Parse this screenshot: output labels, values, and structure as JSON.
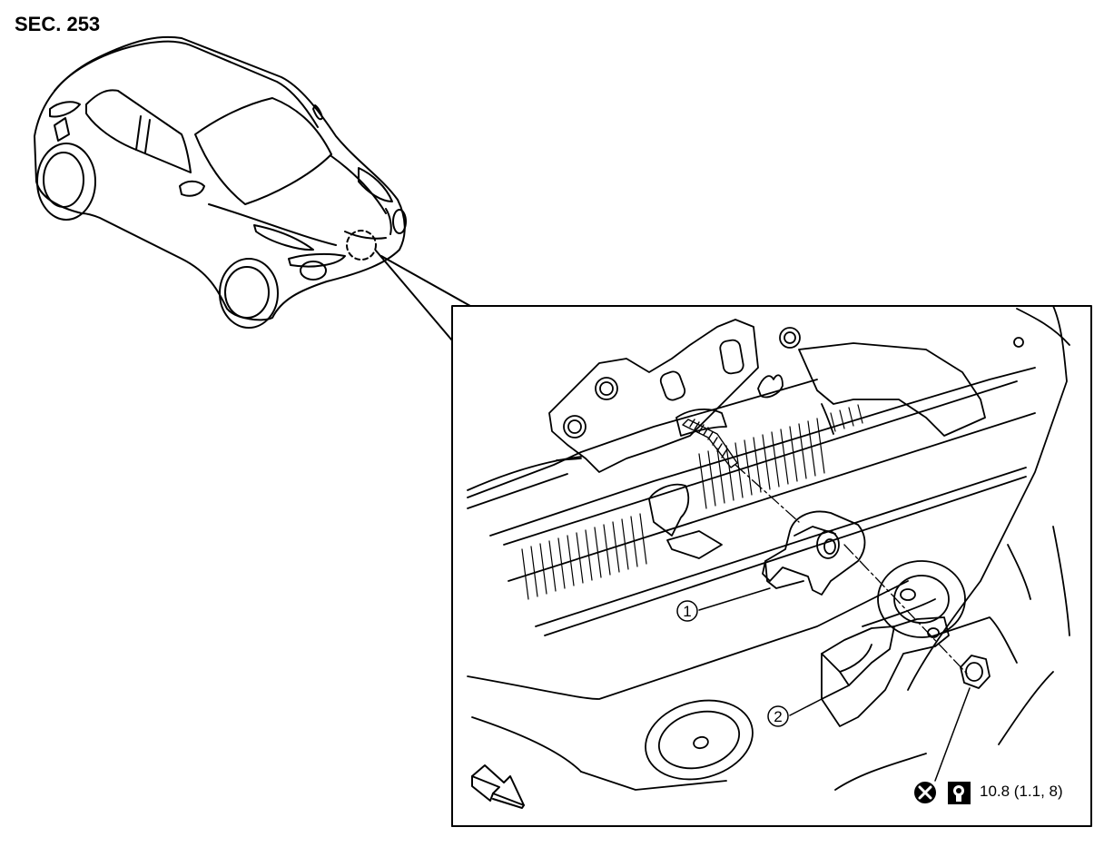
{
  "section": "SEC. 253",
  "callouts": [
    {
      "number": "1"
    },
    {
      "number": "2"
    }
  ],
  "torque": {
    "value_text": "10.8 (1.1, 8)",
    "replace_symbol": "do-not-reuse-icon",
    "wrench_symbol": "tightening-torque-icon"
  },
  "front_arrow": "front-direction-arrow-icon"
}
